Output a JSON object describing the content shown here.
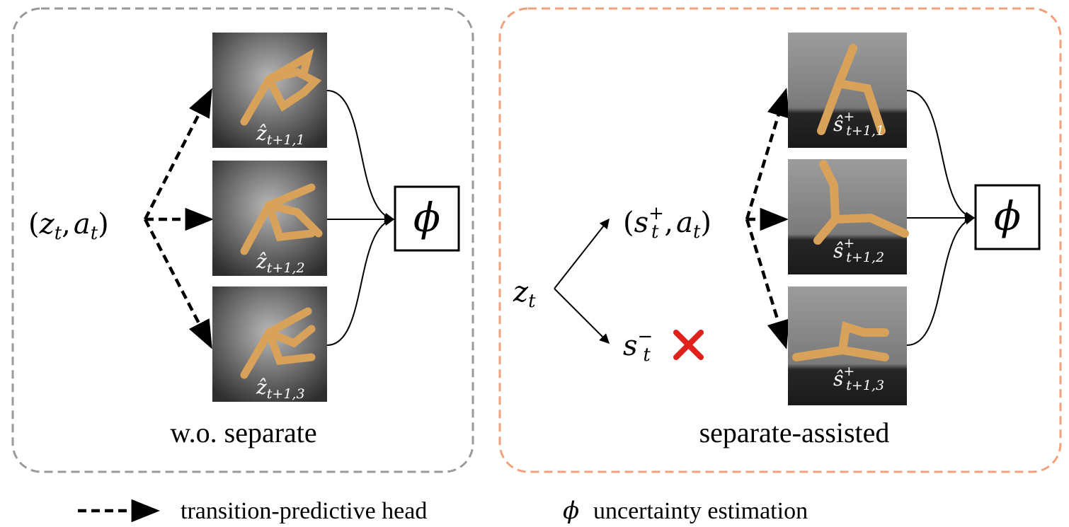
{
  "colors": {
    "left_panel_border": "#9a9a9a",
    "right_panel_border": "#f2a07b",
    "arrow": "#000000",
    "reject_mark": "#e0211b",
    "limb": "#d9a25a",
    "limb_dark": "#b37a34",
    "frame_bg_dark": "#3a3a3a",
    "frame_bg_light": "#8e8e8e"
  },
  "left_panel": {
    "caption": "w.o. separate",
    "input": {
      "open": "(",
      "z": "z",
      "z_sub": "t",
      "comma": ",",
      "a": "a",
      "a_sub": "t",
      "close": ")"
    },
    "frames": [
      {
        "base": "ẑ",
        "sub": "t+1,1"
      },
      {
        "base": "ẑ",
        "sub": "t+1,2"
      },
      {
        "base": "ẑ",
        "sub": "t+1,3"
      }
    ],
    "estimator": "ϕ"
  },
  "right_panel": {
    "caption": "separate-assisted",
    "input": {
      "z": "z",
      "z_sub": "t"
    },
    "branch_pos": {
      "open": "(",
      "s": "s",
      "sup": "+",
      "sub": "t",
      "comma": ",",
      "a": "a",
      "a_sub": "t",
      "close": ")"
    },
    "branch_neg": {
      "s": "s",
      "sup": "−",
      "sub": "t",
      "mark": "✗"
    },
    "frames": [
      {
        "base": "ŝ",
        "sup": "+",
        "sub": "t+1,1"
      },
      {
        "base": "ŝ",
        "sup": "+",
        "sub": "t+1,2"
      },
      {
        "base": "ŝ",
        "sup": "+",
        "sub": "t+1,3"
      }
    ],
    "estimator": "ϕ"
  },
  "legend": {
    "head_label": "transition-predictive head",
    "phi_symbol": "ϕ",
    "phi_label": "uncertainty estimation"
  }
}
